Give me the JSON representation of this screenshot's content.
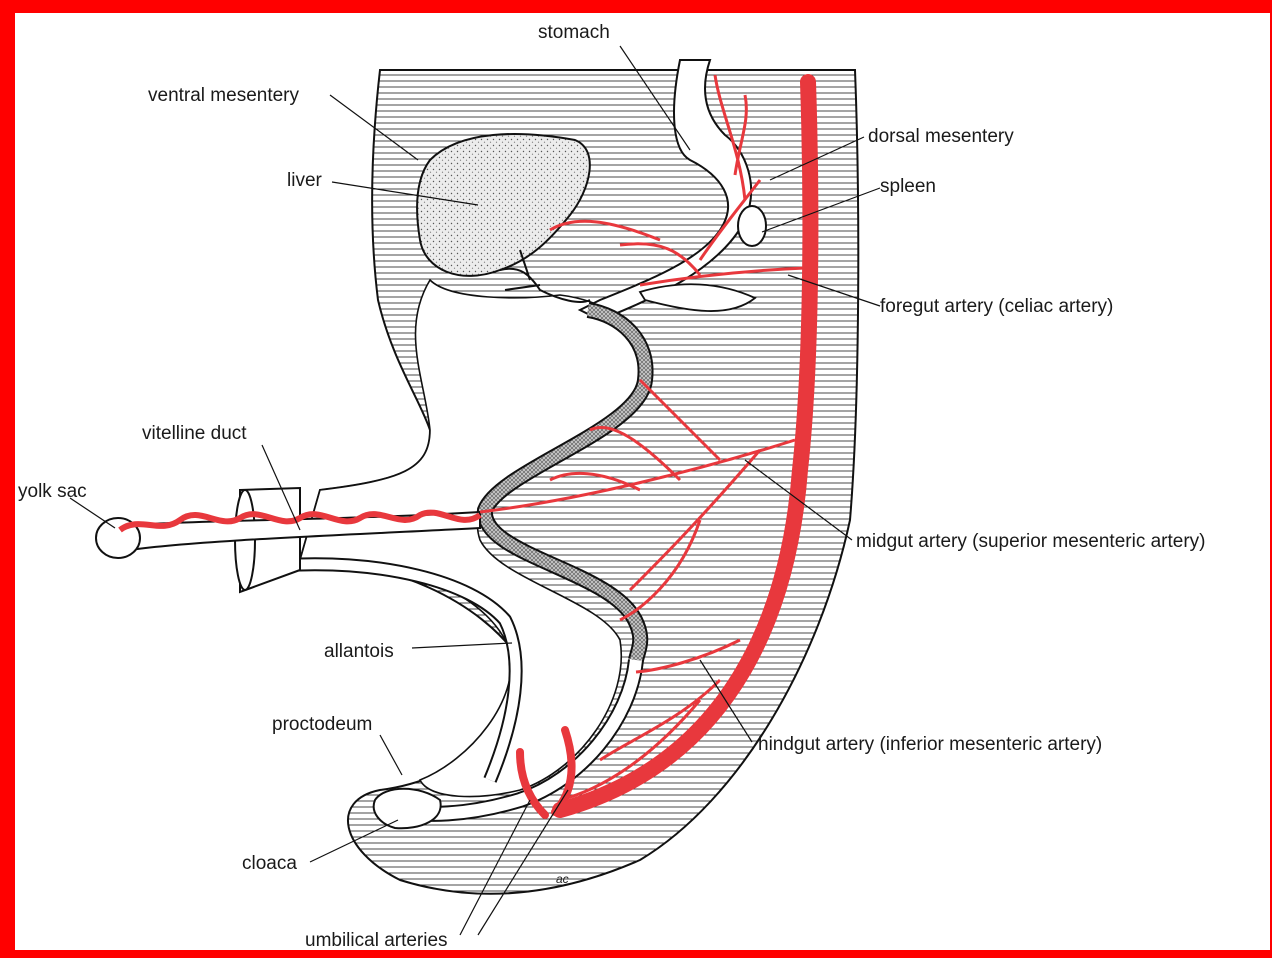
{
  "colors": {
    "border": "#ff0000",
    "artery": "#e8383d",
    "ink": "#1a1a1a",
    "liver_fill": "#e9e9e9",
    "gut_fill": "#bdbdbd"
  },
  "labels": {
    "stomach": "stomach",
    "ventral_mesentery": "ventral mesentery",
    "liver": "liver",
    "dorsal_mesentery": "dorsal mesentery",
    "spleen": "spleen",
    "foregut_artery": "foregut artery (celiac artery)",
    "vitelline_duct": "vitelline duct",
    "yolk_sac": "yolk sac",
    "midgut_artery": "midgut artery (superior mesenteric artery)",
    "allantois": "allantois",
    "proctodeum": "proctodeum",
    "hindgut_artery": "hindgut artery (inferior mesenteric artery)",
    "cloaca": "cloaca",
    "umbilical_arteries": "umbilical arteries"
  },
  "signature": "ac"
}
